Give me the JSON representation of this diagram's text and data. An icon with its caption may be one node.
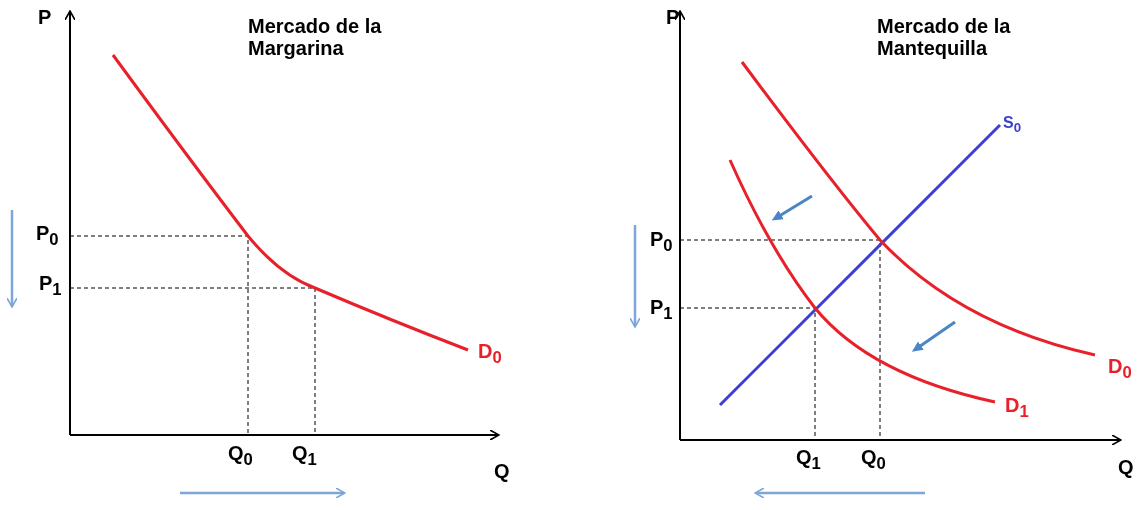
{
  "diagram": {
    "labels": [
      "Mercado de la Margarina",
      "P",
      "P$_{0}$",
      "P$_{1}$",
      "D$_{0}$",
      "Q$_{0}$",
      "Q$_{1}$",
      "Q",
      "P",
      "Mercado de la Mantequilla",
      "S$_{0}$",
      "P$_{0}$",
      "P$_{1}$",
      "D$_{0}$",
      "D$_{1}$",
      "Q$_{1}$",
      "Q$_{0}$",
      "Q"
    ]
  }
}
